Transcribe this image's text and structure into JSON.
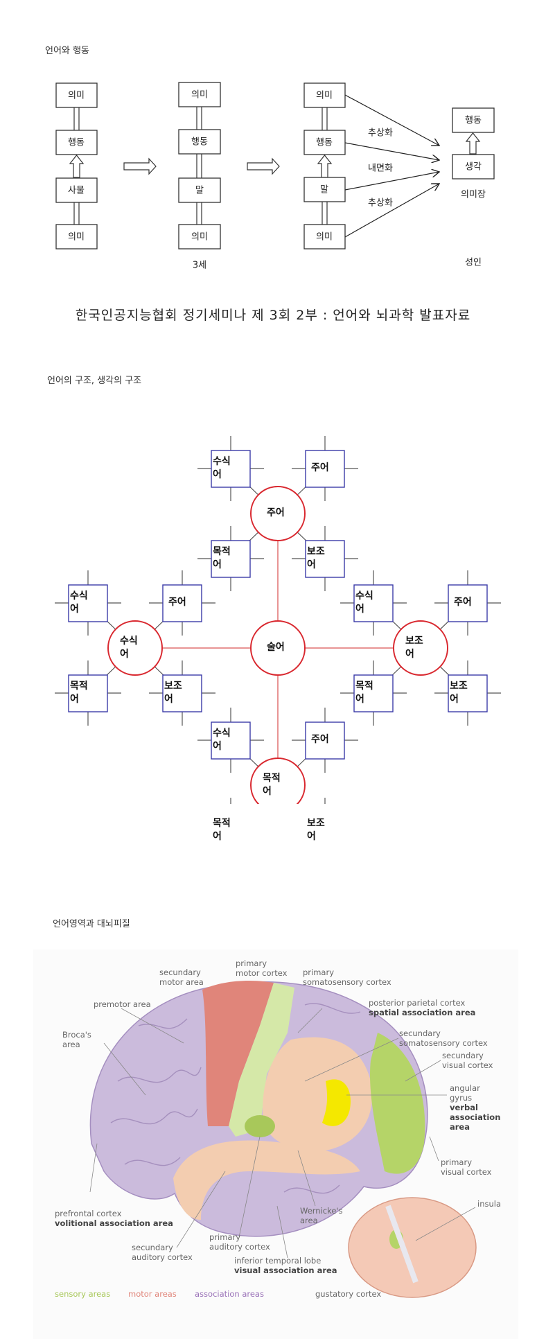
{
  "section1": {
    "title": "언어와 행동",
    "col1": [
      "의미",
      "행동",
      "사물",
      "의미"
    ],
    "col2": [
      "의미",
      "행동",
      "말",
      "의미"
    ],
    "col2_label": "3세",
    "col3": [
      "의미",
      "행동",
      "말",
      "의미"
    ],
    "arrow_labels": [
      "추상화",
      "내면화",
      "추상화"
    ],
    "col4": [
      "행동",
      "생각"
    ],
    "col4_sub": "의미장",
    "col4_label": "성인",
    "caption": "한국인공지능협회 정기세미나 제 3회 2부 : 언어와 뇌과학 발표자료"
  },
  "section2": {
    "title": "언어의 구조, 생각의 구조",
    "center": "술어",
    "hubs": [
      {
        "label": "주어",
        "boxes": [
          "수식어",
          "주어",
          "목적어",
          "보조어"
        ]
      },
      {
        "label": "수식어",
        "boxes": [
          "수식어",
          "주어",
          "목적어",
          "보조어"
        ]
      },
      {
        "label": "보조어",
        "boxes": [
          "수식어",
          "주어",
          "목적어",
          "보조어"
        ]
      },
      {
        "label": "목적어",
        "boxes": [
          "수식어",
          "주어",
          "목적어",
          "보조어"
        ]
      }
    ],
    "colors": {
      "circle": "#d9282f",
      "box": "#3b3ba8",
      "link": "#e07070"
    }
  },
  "section3": {
    "title": "언어영역과 대뇌피질",
    "labels": {
      "secondary_motor": [
        "secundary",
        "motor area"
      ],
      "primary_motor": [
        "primary",
        "motor cortex"
      ],
      "primary_somato": [
        "primary",
        "somatosensory cortex"
      ],
      "premotor": "premotor area",
      "posterior_parietal": [
        "posterior parietal cortex",
        "spatial association area"
      ],
      "broca": [
        "Broca's",
        "area"
      ],
      "secondary_somato": [
        "secundary",
        "somatosensory cortex"
      ],
      "secondary_visual": [
        "secundary",
        "visual cortex"
      ],
      "angular": [
        "angular",
        "gyrus",
        "verbal",
        "association",
        "area"
      ],
      "primary_visual": [
        "primary",
        "visual cortex"
      ],
      "insula": "insula",
      "prefrontal": [
        "prefrontal cortex",
        "volitional association area"
      ],
      "wernicke": [
        "Wernicke's",
        "area"
      ],
      "secondary_auditory": [
        "secundary",
        "auditory cortex"
      ],
      "primary_auditory": [
        "primary",
        "auditory cortex"
      ],
      "inferior_temporal": [
        "inferior temporal lobe",
        "visual association area"
      ],
      "gustatory": "gustatory cortex"
    },
    "legend": [
      {
        "label": "sensory areas",
        "color": "#a8c85a"
      },
      {
        "label": "motor areas",
        "color": "#e0857a"
      },
      {
        "label": "association areas",
        "color": "#9a72b8"
      }
    ]
  }
}
